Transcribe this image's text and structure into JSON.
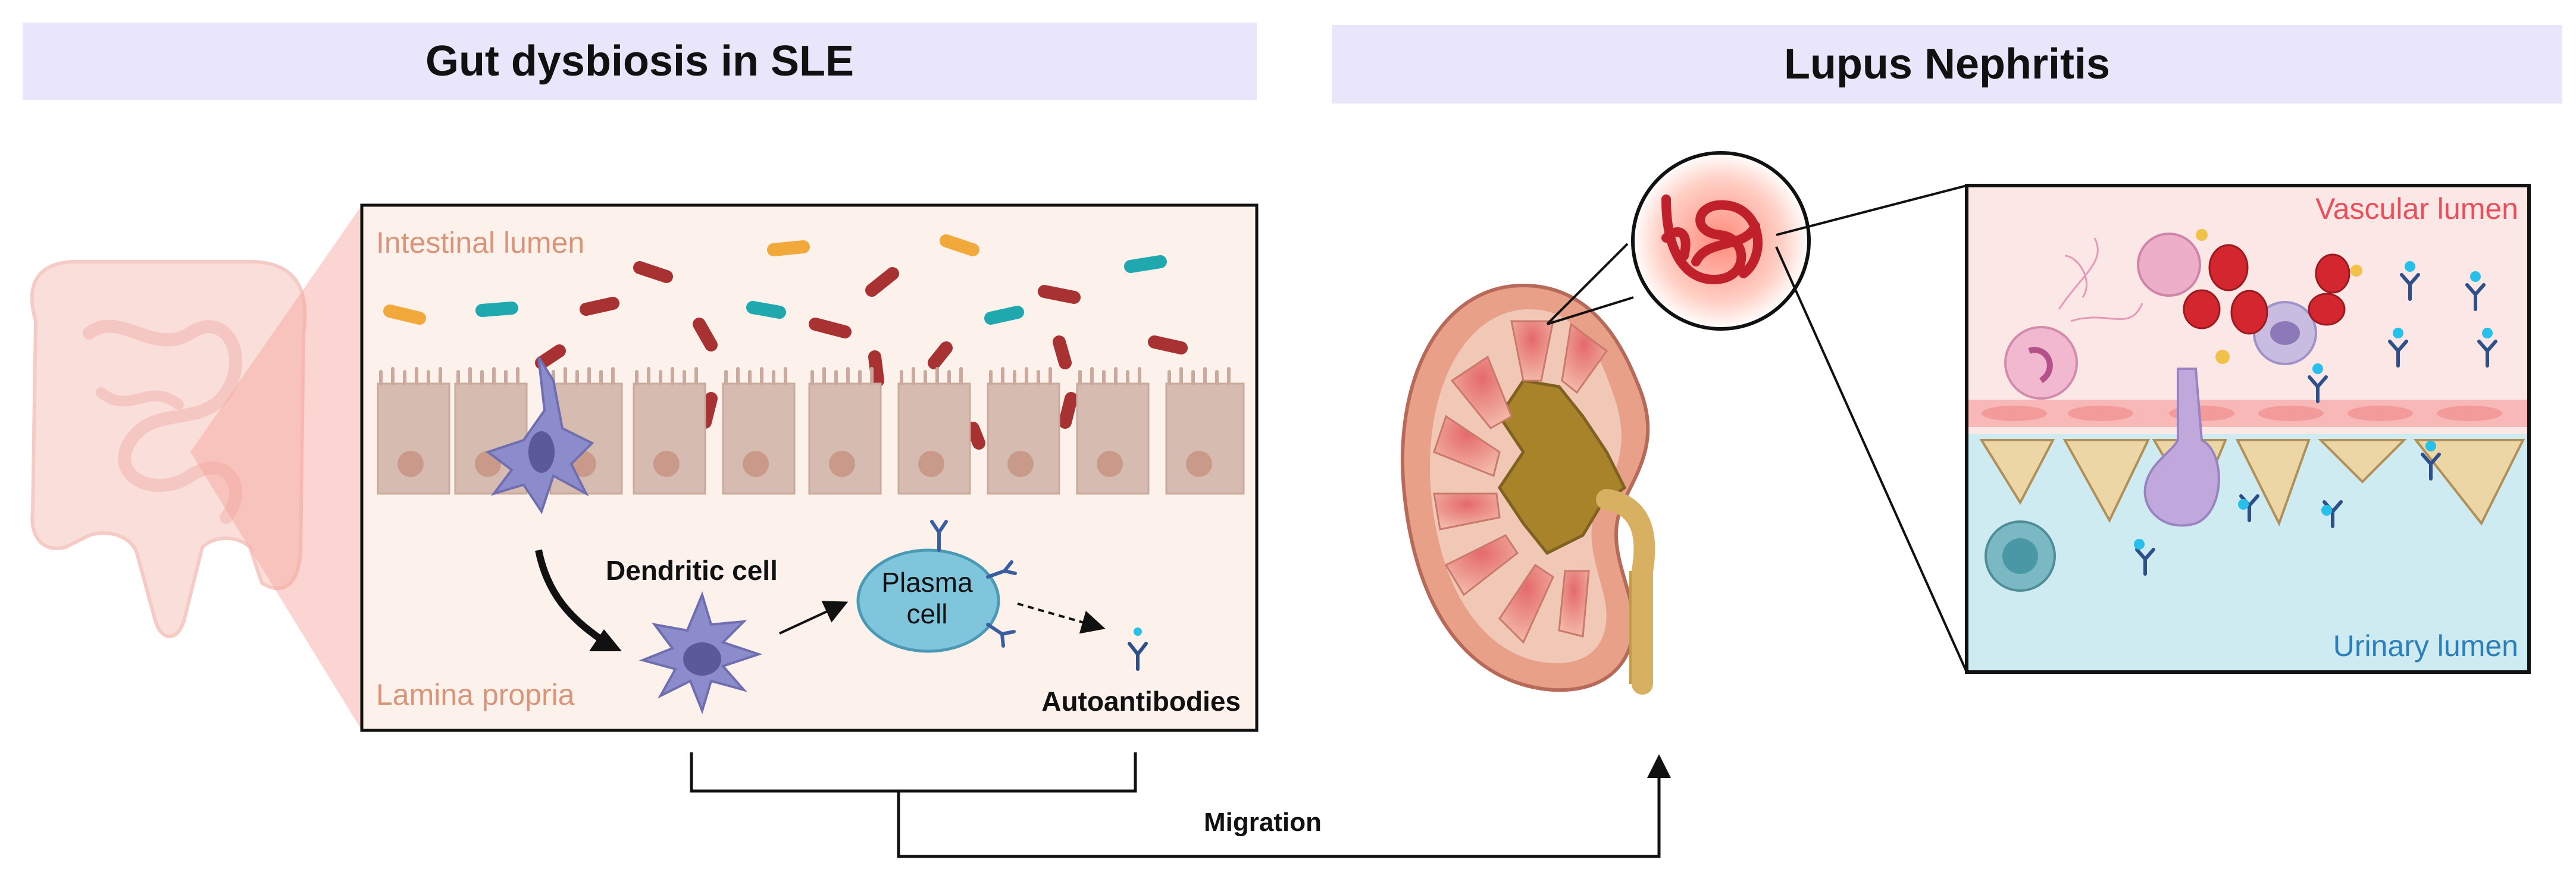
{
  "panels": {
    "left_title": "Gut dysbiosis in SLE",
    "right_title": "Lupus Nephritis"
  },
  "gut": {
    "lumen_label": "Intestinal lumen",
    "lamina_label": "Lamina propria",
    "dendritic_label": "Dendritic cell",
    "plasma_label_line1": "Plasma",
    "plasma_label_line2": "cell",
    "autoantibodies_label": "Autoantibodies"
  },
  "flow": {
    "migration_label": "Migration"
  },
  "glomerulus": {
    "vascular_label": "Vascular lumen",
    "urinary_label": "Urinary lumen"
  },
  "colors": {
    "header_bg": "#e9e6fb",
    "lumen_text": "#d9957a",
    "vascular_text": "#e8505b",
    "urinary_text": "#2c7fb8",
    "dendritic_cell": "#8c8ccc",
    "plasma_cell": "#7fc6dc"
  }
}
